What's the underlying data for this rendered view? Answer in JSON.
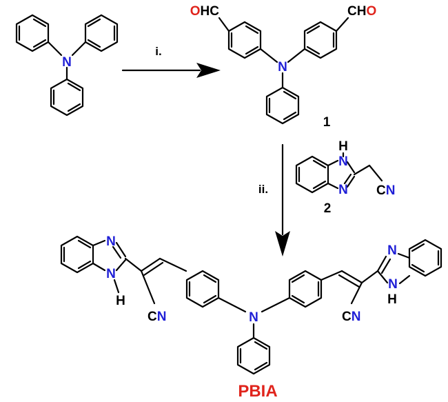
{
  "scheme": {
    "step_i_label": "i.",
    "step_ii_label": "ii.",
    "compound_1_number": "1",
    "compound_2_number": "2",
    "product_name": "PBIA",
    "atoms": {
      "nitrogen": "N",
      "hydrogen": "H",
      "aldehyde_left_c": "HC",
      "aldehyde_left_o": "O",
      "aldehyde_right_c": "CH",
      "aldehyde_right_o": "O",
      "nitrile_c": "C",
      "nitrile_n": "N"
    },
    "colors": {
      "nitrogen": "#1f1fd6",
      "oxygen": "#e0241c",
      "product_label": "#e0241c",
      "bonds": "#000000"
    }
  }
}
